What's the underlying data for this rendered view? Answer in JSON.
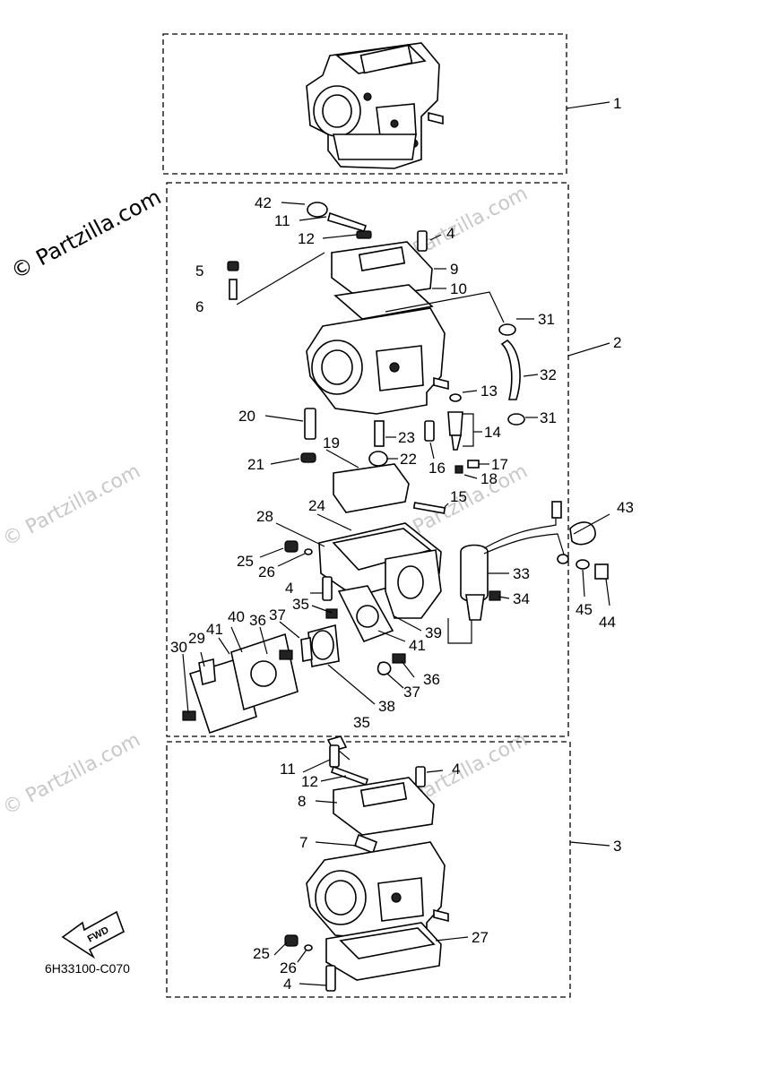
{
  "diagram": {
    "drawing_code": "6H33100-C070",
    "fwd_label": "FWD",
    "watermark_main": "© Partzilla.com",
    "watermark_faint": "© Partzilla.com",
    "callouts": [
      "1",
      "2",
      "3",
      "4",
      "5",
      "6",
      "7",
      "8",
      "9",
      "10",
      "11",
      "12",
      "13",
      "14",
      "15",
      "16",
      "17",
      "18",
      "19",
      "20",
      "21",
      "22",
      "23",
      "24",
      "25",
      "26",
      "27",
      "28",
      "29",
      "30",
      "31",
      "32",
      "33",
      "34",
      "35",
      "36",
      "37",
      "38",
      "39",
      "40",
      "41",
      "42",
      "43",
      "44",
      "45"
    ]
  }
}
